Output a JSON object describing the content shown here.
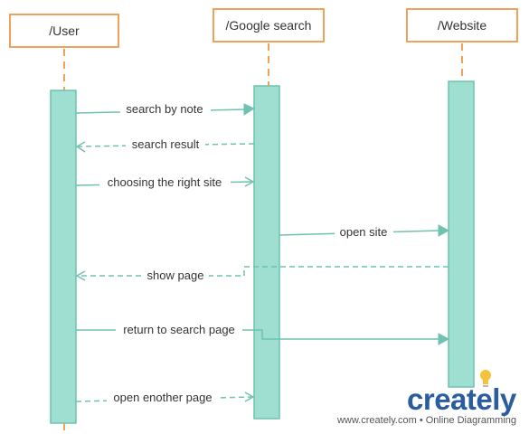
{
  "lifelines": {
    "user": {
      "title": "/User"
    },
    "google": {
      "title": "/Google search"
    },
    "website": {
      "title": "/Website"
    }
  },
  "messages": {
    "m1": {
      "label": "search by note",
      "style": "solid"
    },
    "m2": {
      "label": "search result",
      "style": "dashed"
    },
    "m3": {
      "label": "choosing the right site",
      "style": "solid"
    },
    "m4": {
      "label": "open site",
      "style": "solid"
    },
    "m5": {
      "label": "show page",
      "style": "dashed"
    },
    "m6": {
      "label": "return to search page",
      "style": "solid"
    },
    "m7": {
      "label": "open enother page",
      "style": "dashed"
    }
  },
  "branding": {
    "logo": "creately",
    "caption": "www.creately.com • Online Diagramming"
  },
  "colors": {
    "lifeline_accent": "#f0a15a",
    "activation_fill": "#9fdfd1",
    "message_stroke": "#6fc2b0",
    "logo_blue": "#2a5d9f",
    "bulb_yellow": "#f6c23e"
  }
}
